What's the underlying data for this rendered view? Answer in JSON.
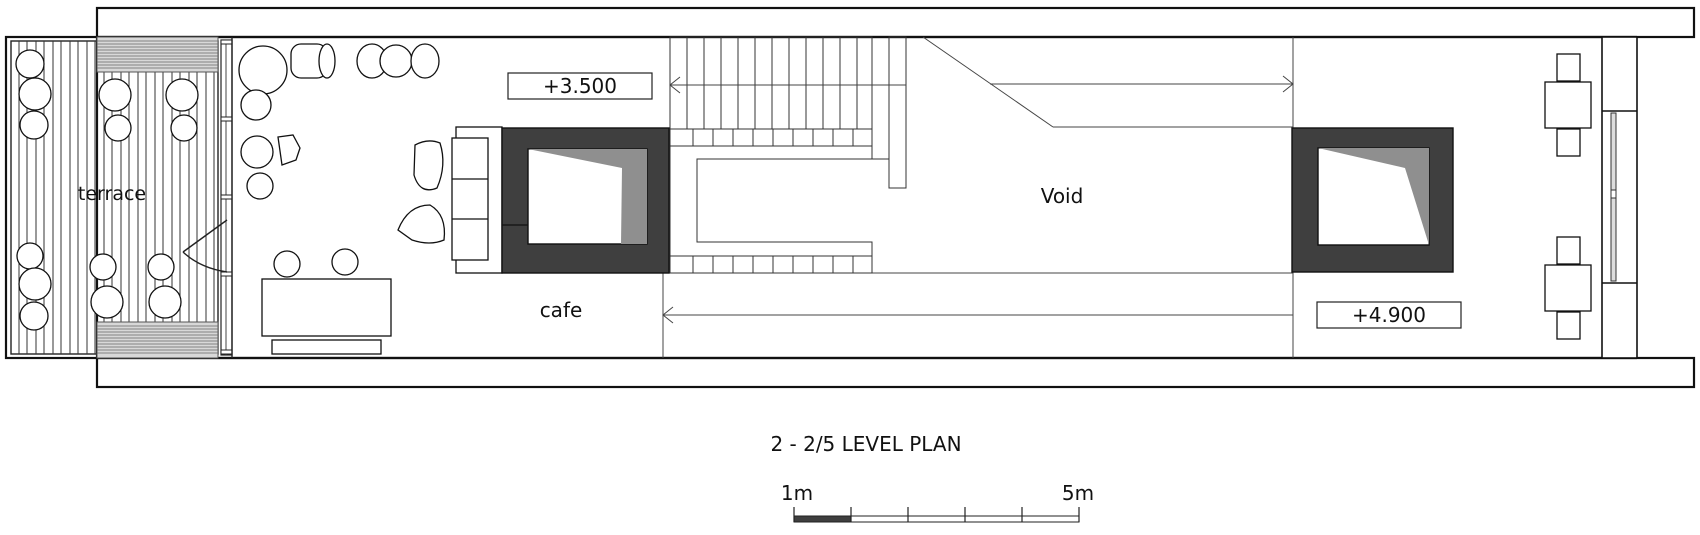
{
  "plan": {
    "title": "2 - 2/5 LEVEL PLAN",
    "rooms": {
      "terrace": "terrace",
      "cafe": "cafe",
      "void": "Void"
    },
    "levels": {
      "left": "+3.500",
      "right": "+4.900"
    },
    "scale_bar": {
      "start_label": "1m",
      "end_label": "5m",
      "segments": 5,
      "filled_segments": 1
    },
    "colors": {
      "column_fill": "#3f3f3f",
      "shadow_fill": "#8f8f8f",
      "hatch": "#6a6a6a",
      "line": "#222222",
      "background": "#ffffff"
    }
  }
}
